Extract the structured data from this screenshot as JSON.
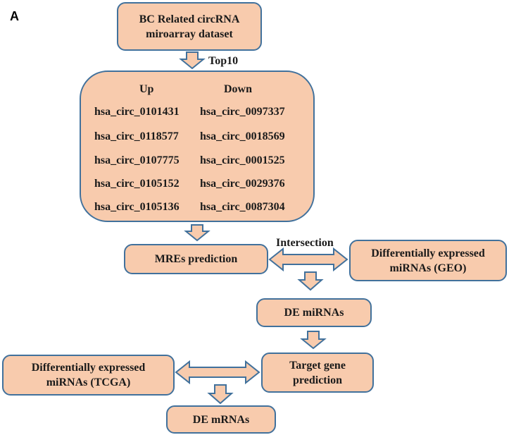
{
  "panel_label": "A",
  "nodes": {
    "dataset": [
      "BC Related circRNA",
      "miroarray dataset"
    ],
    "mre": [
      "MREs prediction"
    ],
    "geo": [
      "Differentially expressed",
      "miRNAs (GEO)"
    ],
    "de_mirnas": [
      "DE miRNAs"
    ],
    "target": [
      "Target gene",
      "prediction"
    ],
    "tcga": [
      "Differentially expressed",
      "miRNAs (TCGA)"
    ],
    "de_mrnas": [
      "DE mRNAs"
    ]
  },
  "circ_table": {
    "headers": [
      "Up",
      "Down"
    ],
    "up": [
      "hsa_circ_0101431",
      "hsa_circ_0118577",
      "hsa_circ_0107775",
      "hsa_circ_0105152",
      "hsa_circ_0105136"
    ],
    "down": [
      "hsa_circ_0097337",
      "hsa_circ_0018569",
      "hsa_circ_0001525",
      "hsa_circ_0029376",
      "hsa_circ_0087304"
    ]
  },
  "edge_labels": {
    "top10": "Top10",
    "intersection": "Intersection"
  },
  "colors": {
    "box_fill": "#F8CBAD",
    "box_stroke": "#41719C",
    "arrow_fill": "#F8CBAD",
    "arrow_stroke": "#41719C"
  }
}
